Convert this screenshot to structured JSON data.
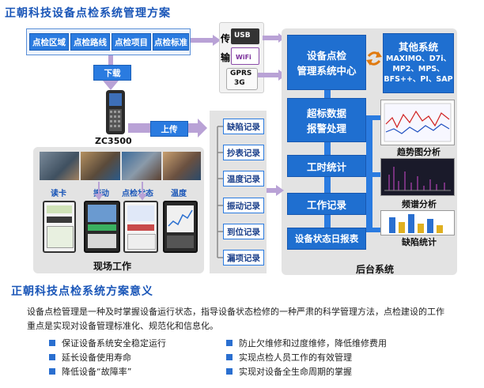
{
  "titles": {
    "main": "正朝科技设备点检系统管理方案",
    "significance": "正朝科技点检系统方案意义"
  },
  "top_tags": [
    "点检区域",
    "点检路线",
    "点检项目",
    "点检标准"
  ],
  "download_label": "下载",
  "device_label": "ZC3500",
  "upload_label": "上传",
  "transfer": {
    "char1": "传",
    "char2": "输",
    "usb": "USB",
    "wifi": "WiFi",
    "gprs_line1": "GPRS",
    "gprs_line2": "3G"
  },
  "photo_labels": [
    "读卡",
    "振动",
    "点检状态",
    "温度"
  ],
  "field_panel_title": "现场工作",
  "records": [
    "缺陷记录",
    "抄表记录",
    "温度记录",
    "振动记录",
    "到位记录",
    "漏项记录"
  ],
  "backend": {
    "center_line1": "设备点检",
    "center_line2": "管理系统中心",
    "other_title": "其他系统",
    "other_lines": [
      "MAXIMO、D7i、",
      "MP2、MPS、",
      "BFS++、PI、SAP"
    ],
    "alarm_line1": "超标数据",
    "alarm_line2": "报警处理",
    "items": [
      "工时统计",
      "工作记录",
      "设备状态日报表"
    ],
    "panel_title": "后台系统"
  },
  "chart_labels": [
    "趋势图分析",
    "频谱分析",
    "缺陷统计"
  ],
  "paragraph_line1": "设备点检管理是一种及时掌握设备运行状态，指导设备状态检修的一种严肃的科学管理方法，点检建设的工作",
  "paragraph_line2": "重点是实现对设备管理标准化、规范化和信息化。",
  "bullets_left": [
    "保证设备系统安全稳定运行",
    "延长设备使用寿命",
    "降低设备“故障率”"
  ],
  "bullets_right": [
    "防止欠维修和过度维修，降低维修费用",
    "实现点检人员工作的有效管理",
    "实现对设备全生命周期的掌握"
  ],
  "colors": {
    "accent": "#1f6fd0",
    "title": "#1a56b8",
    "panel": "#e3e3e3",
    "arrow": "#b9a2d6"
  }
}
